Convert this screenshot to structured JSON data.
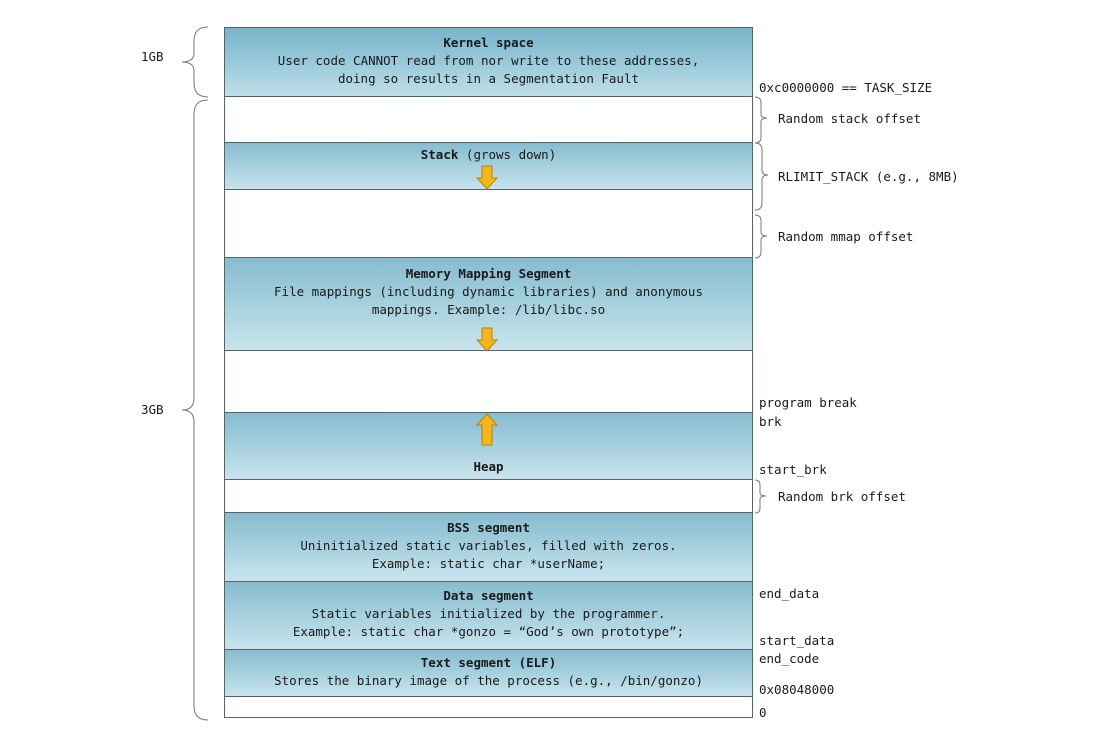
{
  "segments": {
    "kernel": {
      "title": "Kernel space",
      "line1": "User code CANNOT read from nor write to these addresses,",
      "line2": "doing so results in a Segmentation Fault"
    },
    "stack": {
      "title": "Stack",
      "suffix": " (grows down)"
    },
    "mmap": {
      "title": "Memory Mapping Segment",
      "line1": "File mappings (including dynamic libraries) and anonymous",
      "line2": "mappings. Example: /lib/libc.so"
    },
    "heap": {
      "title": "Heap"
    },
    "bss": {
      "title": "BSS segment",
      "line1": "Uninitialized static variables, filled with zeros.",
      "line2": "Example: static char *userName;"
    },
    "data": {
      "title": "Data segment",
      "line1": "Static variables initialized by the programmer.",
      "line2": "Example: static char *gonzo = “God’s own prototype”;"
    },
    "text": {
      "title": "Text segment (ELF)",
      "line1": "Stores the binary image of the process (e.g., /bin/gonzo)"
    }
  },
  "right_labels": {
    "task_size": "0xc0000000 == TASK_SIZE",
    "random_stack": "Random stack offset",
    "rlimit_stack": "RLIMIT_STACK (e.g., 8MB)",
    "random_mmap": "Random mmap offset",
    "program_break": "program break",
    "brk": "brk",
    "start_brk": "start_brk",
    "random_brk": "Random brk offset",
    "end_data": "end_data",
    "start_data": "start_data",
    "end_code": "end_code",
    "text_start": "0x08048000",
    "zero": "0"
  },
  "left_labels": {
    "kernel_size": "1GB",
    "user_size": "3GB"
  },
  "colors": {
    "segment_fill": "#a9d2df",
    "segment_border": "#55646b",
    "arrow_fill": "#f5b61c",
    "brace": "#777777"
  }
}
